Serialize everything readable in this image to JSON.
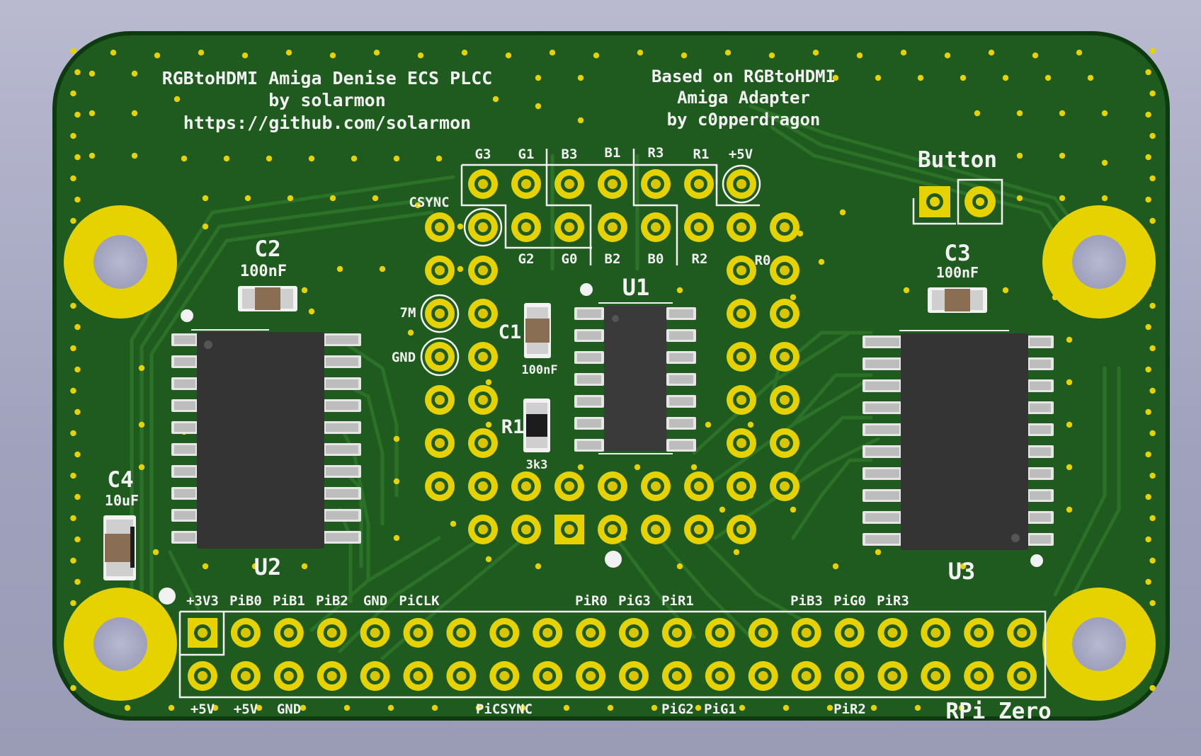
{
  "board": {
    "title_lines": [
      "RGBtoHDMI Amiga Denise ECS PLCC",
      "by solarmon",
      "https://github.com/solarmon"
    ],
    "credit_lines": [
      "Based on RGBtoHDMI",
      "Amiga Adapter",
      "by c0pperdragon"
    ],
    "button_label": "Button",
    "rpi_label": "RPi Zero"
  },
  "colors": {
    "board": "#1f5a1e",
    "board_light": "#2a6e26",
    "trace": "#2f7a2a",
    "pad_gold": "#e6d200",
    "silkscreen": "#f2f2f2",
    "chip": "#3a3a3a"
  },
  "components": {
    "U1": {
      "ref": "U1"
    },
    "U2": {
      "ref": "U2"
    },
    "U3": {
      "ref": "U3"
    },
    "C1": {
      "ref": "C1",
      "value": "100nF"
    },
    "C2": {
      "ref": "C2",
      "value": "100nF"
    },
    "C3": {
      "ref": "C3",
      "value": "100nF"
    },
    "C4": {
      "ref": "C4",
      "value": "10uF"
    },
    "R1": {
      "ref": "R1",
      "value": "3k3"
    }
  },
  "video_pins": {
    "top_row": [
      "G3",
      "G1",
      "B3",
      "B1",
      "R3",
      "R1",
      "+5V"
    ],
    "bottom_row": [
      "G2",
      "G0",
      "B2",
      "B0",
      "R2",
      "R0"
    ],
    "side": [
      "CSYNC",
      "7M",
      "GND"
    ]
  },
  "gpio": {
    "top_labels": [
      "+3V3",
      "PiB0",
      "PiB1",
      "PiB2",
      "GND",
      "PiCLK",
      "PiR0",
      "PiG3",
      "PiR1",
      "PiB3",
      "PiG0",
      "PiR3"
    ],
    "bottom_labels": [
      "+5V",
      "+5V",
      "GND",
      "PiCSYNC",
      "PiG2",
      "PiG1",
      "PiR2"
    ]
  }
}
